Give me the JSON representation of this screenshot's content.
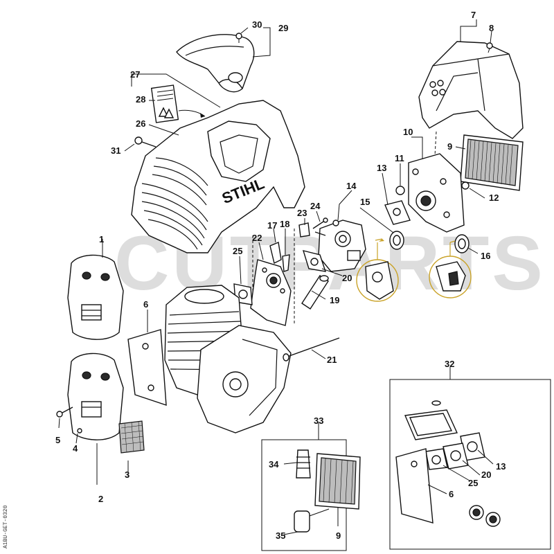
{
  "watermark": "CUTPARTS",
  "brand_on_housing": "STIHL",
  "side_code": "A1BU-GET-0320",
  "callouts": {
    "c1": "1",
    "c2": "2",
    "c3": "3",
    "c4": "4",
    "c5": "5",
    "c6": "6",
    "c7": "7",
    "c8": "8",
    "c9": "9",
    "c10": "10",
    "c11": "11",
    "c12": "12",
    "c13": "13",
    "c14": "14",
    "c15": "15",
    "c16": "16",
    "c17": "17",
    "c18": "18",
    "c19": "19",
    "c20": "20",
    "c21": "21",
    "c22": "22",
    "c23": "23",
    "c24": "24",
    "c25": "25",
    "c26": "26",
    "c27": "27",
    "c28": "28",
    "c29": "29",
    "c30": "30",
    "c31": "31",
    "c32": "32",
    "c33": "33",
    "c34": "34",
    "c35": "35",
    "kit32_6": "6",
    "kit32_13": "13",
    "kit32_20": "20",
    "kit32_25": "25",
    "kit33_9": "9"
  },
  "colors": {
    "highlight": "#c9a227",
    "watermark": "#b5b5b5"
  }
}
